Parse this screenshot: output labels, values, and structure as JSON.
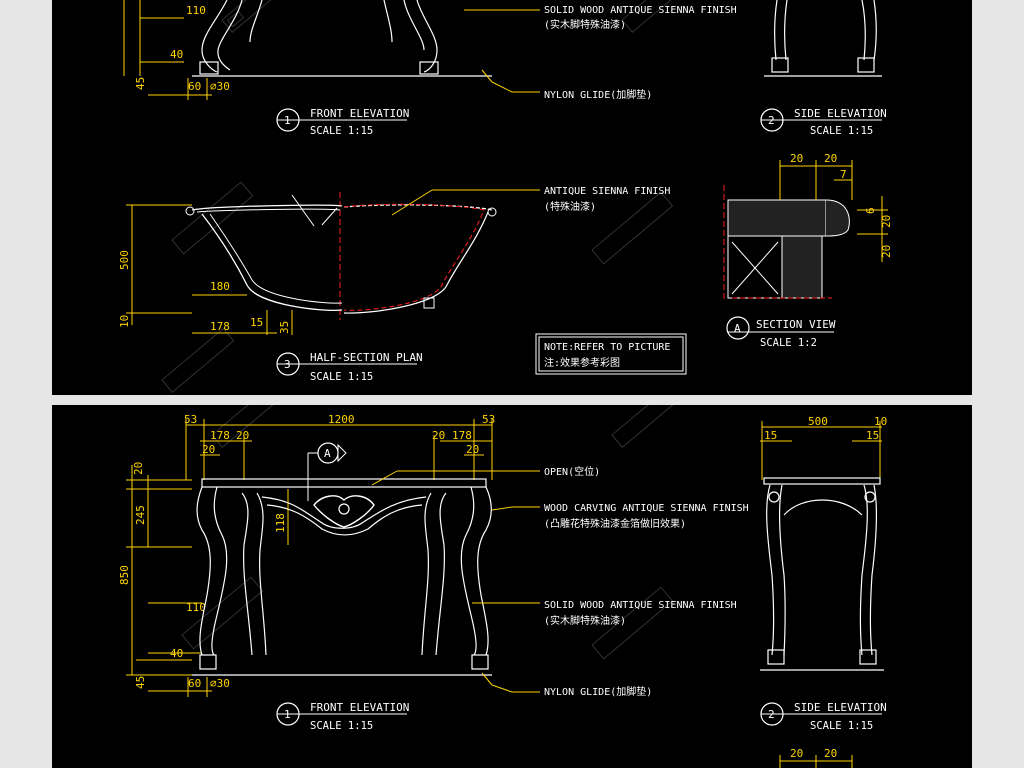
{
  "top": {
    "dims": {
      "h110": "110",
      "h40": "40",
      "h45": "45",
      "w60": "60",
      "d30": "⌀30",
      "plan_500": "500",
      "plan_10": "10",
      "plan_180": "180",
      "plan_178": "178",
      "plan_15": "15",
      "plan_35": "35",
      "sec_20a": "20",
      "sec_20b": "20",
      "sec_7": "7",
      "sec_6": "6",
      "sec_20c": "20",
      "sec_20d": "20"
    },
    "annotations": {
      "solid_wood": "SOLID WOOD ANTIQUE SIENNA FINISH",
      "solid_wood_cn": "(实木脚特殊油漆)",
      "nylon": "NYLON GLIDE(加脚垫)",
      "antique": "ANTIQUE SIENNA FINISH",
      "antique_cn": "(特殊油漆)",
      "note": "NOTE:REFER TO PICTURE",
      "note_cn": "注:效果参考彩图"
    },
    "titles": {
      "front": {
        "num": "1",
        "title": "FRONT ELEVATION",
        "scale": "SCALE 1:15"
      },
      "side": {
        "num": "2",
        "title": "SIDE ELEVATION",
        "scale": "SCALE 1:15"
      },
      "plan": {
        "num": "3",
        "title": "HALF-SECTION PLAN",
        "scale": "SCALE 1:15"
      },
      "section": {
        "num": "A",
        "title": "SECTION VIEW",
        "scale": "SCALE 1:2"
      }
    }
  },
  "bottom": {
    "dims": {
      "d53l": "53",
      "d1200": "1200",
      "d53r": "53",
      "d178l": "178",
      "d20l": "20",
      "d20l2": "20",
      "d20r": "20",
      "d178r": "178",
      "d20r2": "20",
      "h20": "20",
      "h245": "245",
      "h118": "118",
      "h850": "850",
      "h110": "110",
      "h40": "40",
      "h45": "45",
      "w60": "60",
      "d30": "⌀30",
      "s500": "500",
      "s10": "10",
      "s15l": "15",
      "s15r": "15",
      "b20a": "20",
      "b20b": "20"
    },
    "callout": "A",
    "annotations": {
      "open": "OPEN(空位)",
      "carving": "WOOD CARVING ANTIQUE SIENNA FINISH",
      "carving_cn": "(凸雕花特殊油漆金箔做旧效果)",
      "solid_wood": "SOLID WOOD ANTIQUE SIENNA FINISH",
      "solid_wood_cn": "(实木脚特殊油漆)",
      "nylon": "NYLON GLIDE(加脚垫)"
    },
    "titles": {
      "front": {
        "num": "1",
        "title": "FRONT ELEVATION",
        "scale": "SCALE 1:15"
      },
      "side": {
        "num": "2",
        "title": "SIDE ELEVATION",
        "scale": "SCALE 1:15"
      }
    }
  },
  "colors": {
    "background": "#000000",
    "dimension": "#ffd400",
    "linework": "#ffffff",
    "section_line": "#ff2020",
    "page": "#e6e6e6"
  }
}
